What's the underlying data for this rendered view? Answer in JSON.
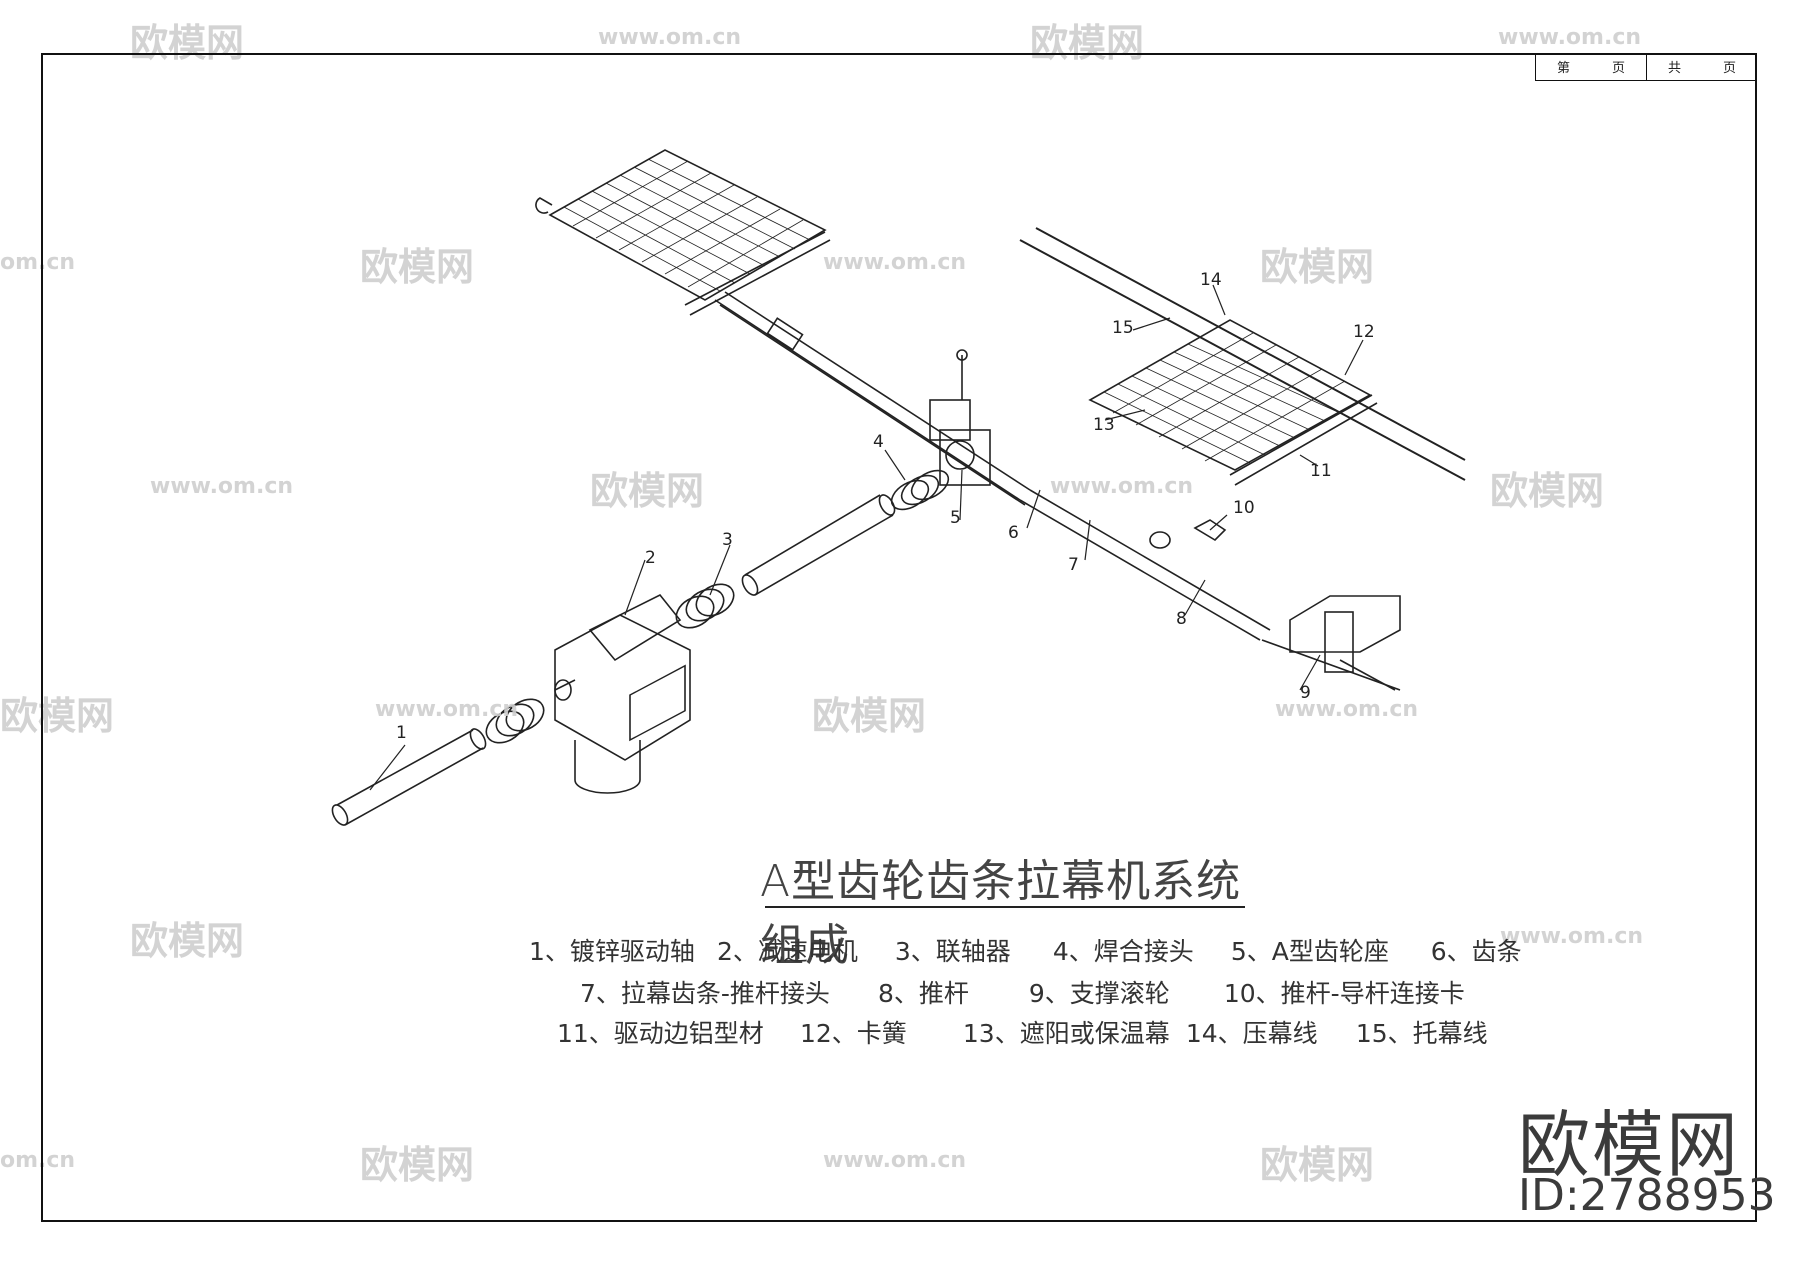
{
  "title_block": {
    "sheet_label": "第",
    "sheet_unit": "页",
    "total_label": "共",
    "total_unit": "页"
  },
  "title": "A型齿轮齿条拉幕机系统组成",
  "legend": {
    "row1": [
      "1、镀锌驱动轴",
      "2、减速电机",
      "3、联轴器",
      "4、焊合接头",
      "5、A型齿轮座",
      "6、齿条"
    ],
    "row2": [
      "7、拉幕齿条-推杆接头",
      "8、推杆",
      "9、支撑滚轮",
      "10、推杆-导杆连接卡"
    ],
    "row3": [
      "11、驱动边铝型材",
      "12、卡簧",
      "13、遮阳或保温幕",
      "14、压幕线",
      "15、托幕线"
    ]
  },
  "callouts": [
    "1",
    "2",
    "3",
    "4",
    "5",
    "6",
    "7",
    "8",
    "9",
    "10",
    "11",
    "12",
    "13",
    "14",
    "15"
  ],
  "watermark": {
    "brand": "欧模网",
    "url": "www.om.cn",
    "short_url": "om.cn",
    "id": "ID:2788953"
  }
}
